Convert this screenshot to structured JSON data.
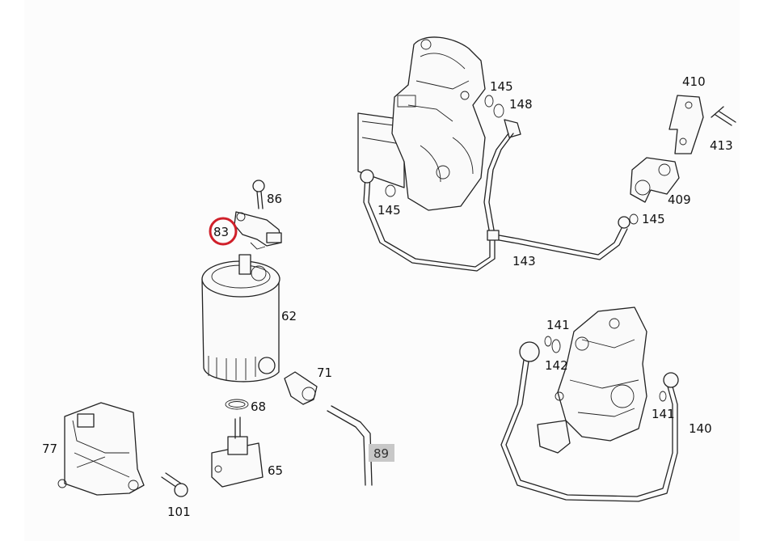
{
  "diagram": {
    "labels": {
      "l86": "86",
      "l83": "83",
      "l62": "62",
      "l71": "71",
      "l68": "68",
      "l65": "65",
      "l77": "77",
      "l101": "101",
      "l89": "89",
      "l145a": "145",
      "l148": "148",
      "l145b": "145",
      "l145c": "145",
      "l143": "143",
      "l410": "410",
      "l413": "413",
      "l409": "409",
      "l141a": "141",
      "l142": "142",
      "l141b": "141",
      "l140": "140"
    },
    "highlighted": "83",
    "colors": {
      "background": "#ffffff",
      "panel": "#fcfcfc",
      "line": "#222222",
      "highlight_circle": "#d0202a",
      "boxed_label_bg": "#c8c8c8"
    }
  }
}
